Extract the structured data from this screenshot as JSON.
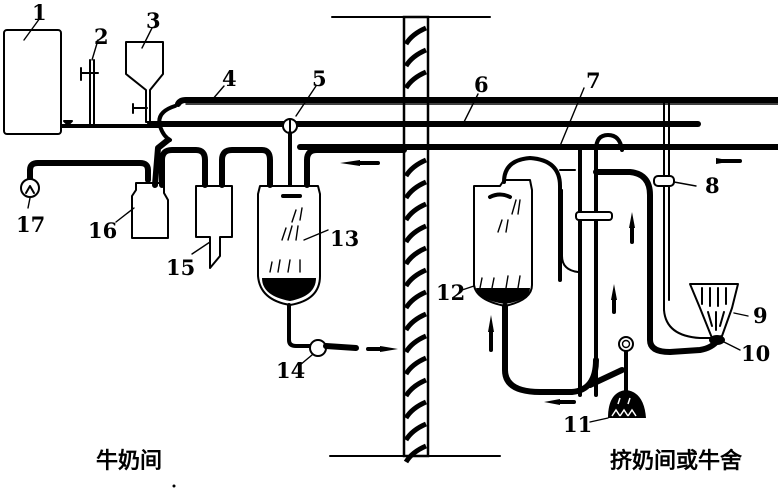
{
  "figure": {
    "type": "milking-pipeline-system-schematic",
    "ink_color": "#000000",
    "background_color": "#ffffff"
  },
  "rooms": {
    "left": "牛奶间",
    "right": "挤奶间或牛舍"
  },
  "labels": [
    {
      "id": "1",
      "text": "1",
      "component": "vacuum-tank"
    },
    {
      "id": "2",
      "text": "2",
      "component": "vacuum-regulator-valve"
    },
    {
      "id": "3",
      "text": "3",
      "component": "wash-funnel"
    },
    {
      "id": "4",
      "text": "4",
      "component": "vacuum-main-line"
    },
    {
      "id": "5",
      "text": "5",
      "component": "valve"
    },
    {
      "id": "6",
      "text": "6",
      "component": "pulsation-vacuum-line"
    },
    {
      "id": "7",
      "text": "7",
      "component": "milk-line"
    },
    {
      "id": "8",
      "text": "8",
      "component": "pipe-clamp"
    },
    {
      "id": "9",
      "text": "9",
      "component": "teat-cups"
    },
    {
      "id": "10",
      "text": "10",
      "component": "claw"
    },
    {
      "id": "11",
      "text": "11",
      "component": "teat-cup-cluster-hanger"
    },
    {
      "id": "12",
      "text": "12",
      "component": "recorder-jar"
    },
    {
      "id": "13",
      "text": "13",
      "component": "receiver-jar"
    },
    {
      "id": "14",
      "text": "14",
      "component": "milk-pump"
    },
    {
      "id": "15",
      "text": "15",
      "component": "sanitary-trap"
    },
    {
      "id": "16",
      "text": "16",
      "component": "interceptor"
    },
    {
      "id": "17",
      "text": "17",
      "component": "vacuum-gauge"
    }
  ],
  "flow_arrows": [
    {
      "location": "milk-line-right",
      "direction": "left"
    },
    {
      "location": "milk-line-left",
      "direction": "left"
    },
    {
      "location": "pump-outlet",
      "direction": "right"
    },
    {
      "location": "recorder-outlet",
      "direction": "up"
    },
    {
      "location": "long-milk-tube",
      "direction": "up"
    },
    {
      "location": "short-milk-tube",
      "direction": "up"
    },
    {
      "location": "bottom-loop",
      "direction": "left"
    }
  ]
}
